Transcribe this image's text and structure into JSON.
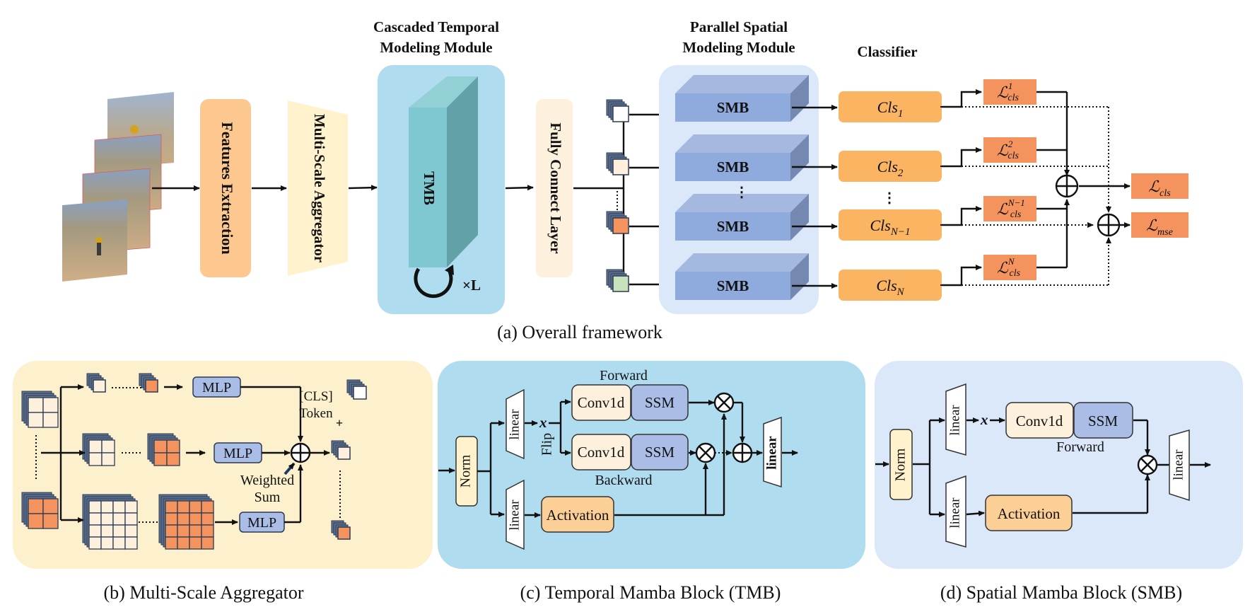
{
  "overall": {
    "caption": "(a) Overall framework",
    "features_extraction": "Features Extraction",
    "multi_scale_aggregator": "Multi-Scale Aggregator",
    "ctm_title": [
      "Cascaded Temporal",
      "Modeling Module"
    ],
    "tmb_label": "TMB",
    "repeat_label": "×L",
    "fc_layer": "Fully Connect Layer",
    "psm_title": [
      "Parallel Spatial",
      "Modeling Module"
    ],
    "smb_labels": [
      "SMB",
      "SMB",
      "SMB",
      "SMB"
    ],
    "classifier_title": "Classifier",
    "classifiers": [
      {
        "base": "Cls",
        "sub": "1"
      },
      {
        "base": "Cls",
        "sub": "2"
      },
      {
        "base": "Cls",
        "sub": "N−1"
      },
      {
        "base": "Cls",
        "sub": "N"
      }
    ],
    "losses": [
      {
        "base": "ℒ",
        "sub": "cls",
        "sup": "1"
      },
      {
        "base": "ℒ",
        "sub": "cls",
        "sup": "2"
      },
      {
        "base": "ℒ",
        "sub": "cls",
        "sup": "N−1"
      },
      {
        "base": "ℒ",
        "sub": "cls",
        "sup": "N"
      }
    ],
    "total_losses": [
      {
        "base": "ℒ",
        "sub": "cls"
      },
      {
        "base": "ℒ",
        "sub": "mse"
      }
    ],
    "token_colors": [
      "#ffffff",
      "#fdf0dc",
      "#f4935e",
      "#c8e2bc"
    ],
    "ellipsis": "⋮"
  },
  "msa": {
    "caption": "(b) Multi-Scale Aggregator",
    "mlp_labels": [
      "MLP",
      "MLP",
      "MLP"
    ],
    "cls_token": [
      "[CLS]",
      "Token"
    ],
    "plus": "+",
    "weighted_sum": [
      "Weighted",
      "Sum"
    ]
  },
  "tmb": {
    "caption": "(c) Temporal Mamba Block (TMB)",
    "norm": "Norm",
    "linear": "linear",
    "x_label": "x",
    "flip": "Flip",
    "forward": "Forward",
    "backward": "Backward",
    "conv1d": "Conv1d",
    "ssm": "SSM",
    "activation": "Activation"
  },
  "smb": {
    "caption": "(d) Spatial Mamba Block (SMB)",
    "norm": "Norm",
    "linear": "linear",
    "x_label": "x",
    "forward": "Forward",
    "conv1d": "Conv1d",
    "ssm": "SSM",
    "activation": "Activation"
  },
  "colors": {
    "features_extraction": "#fdc88f",
    "aggregator": "#fff2cc",
    "ctm_bg": "#b0dcef",
    "tmb_front": "#7fc8d1",
    "fc_layer": "#fdf0dc",
    "psm_bg": "#dae8fa",
    "smb_front": "#8faadc",
    "classifier": "#fbb562",
    "loss": "#f4935e",
    "msa_bg": "#fdf0cc",
    "tmb_bg": "#b0dcef",
    "smb_bg": "#dae8fa",
    "mlp": "#a9bde6",
    "norm": "#fff2cc",
    "conv1d": "#fdf0dc",
    "ssm": "#a9bde6",
    "activation": "#fccf96"
  }
}
